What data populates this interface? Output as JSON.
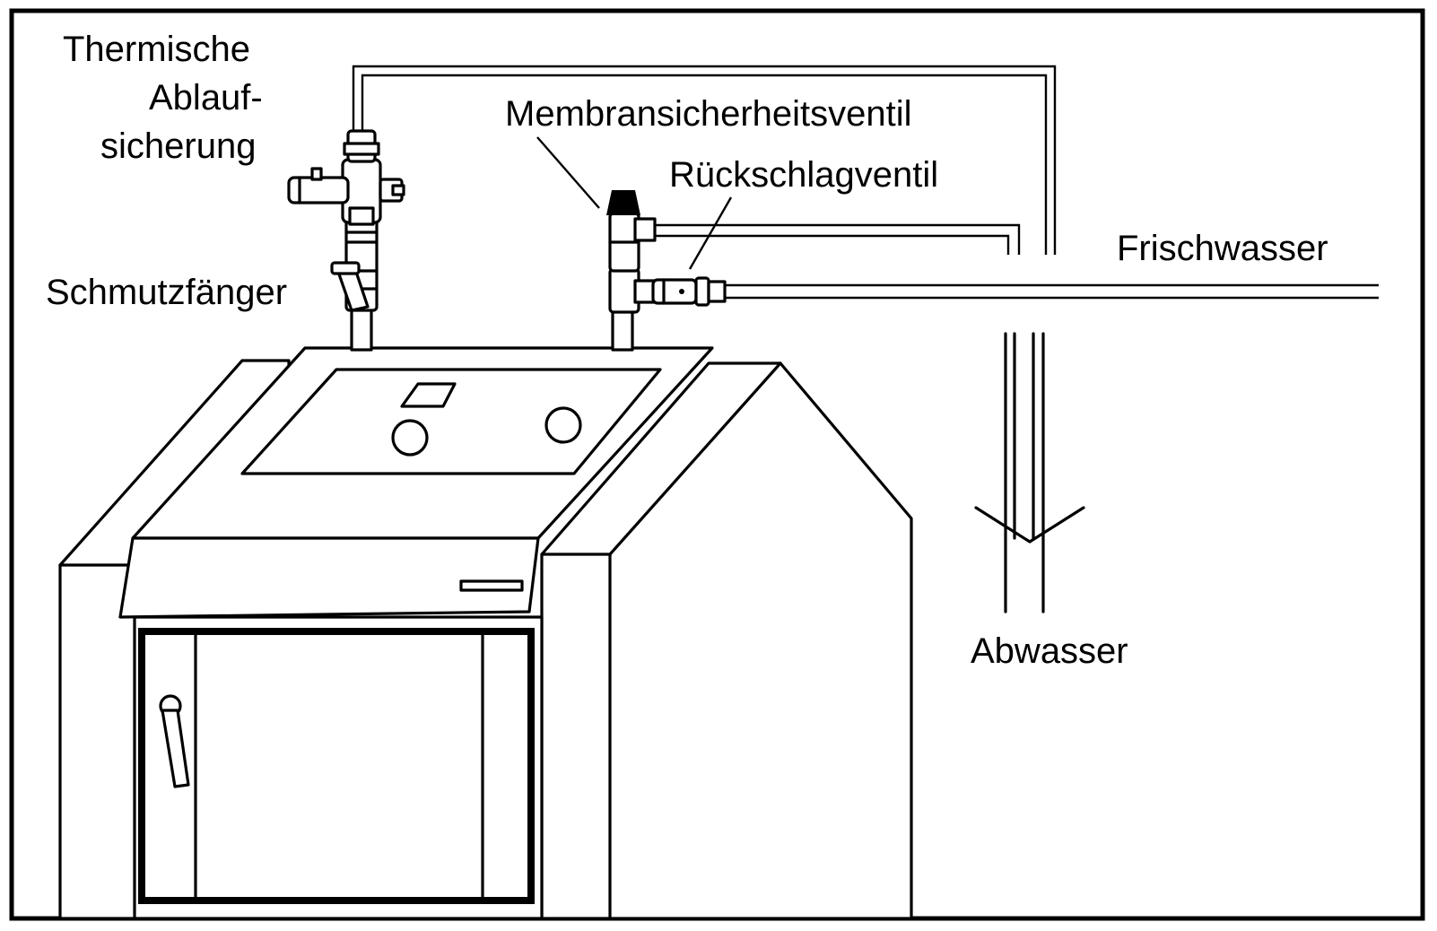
{
  "labels": {
    "thermal_line1": "Thermische",
    "thermal_line2": "Ablauf-",
    "thermal_line3": "sicherung",
    "strainer": "Schmutzfänger",
    "membrane_valve": "Membransicherheitsventil",
    "check_valve": "Rückschlagventil",
    "fresh_water": "Frischwasser",
    "waste_water": "Abwasser"
  },
  "colors": {
    "line": "#000000",
    "background": "#ffffff"
  }
}
